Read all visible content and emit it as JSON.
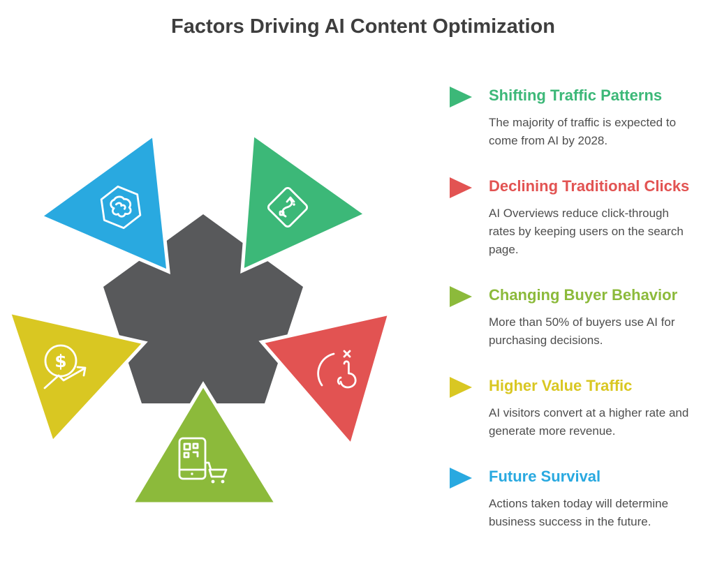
{
  "title": "Factors Driving AI Content Optimization",
  "colors": {
    "background": "#ffffff",
    "title_text": "#3e3e3e",
    "body_text": "#4e4e4e",
    "pentagon": "#58595b",
    "blue": "#29a9e0",
    "green": "#3cb878",
    "yellow": "#d9c722",
    "red": "#e25352",
    "olive": "#8cba3b"
  },
  "legend": [
    {
      "label": "Shifting Traffic Patterns",
      "description": "The majority of traffic is expected to come from AI by 2028.",
      "color": "#3cb878"
    },
    {
      "label": "Declining Traditional Clicks",
      "description": "AI Overviews reduce click-through rates by keeping users on the search page.",
      "color": "#e25352"
    },
    {
      "label": "Changing Buyer Behavior",
      "description": "More than 50% of buyers use AI for purchasing decisions.",
      "color": "#8cba3b"
    },
    {
      "label": "Higher Value Traffic",
      "description": "AI visitors convert at a higher rate and generate more revenue.",
      "color": "#d9c722"
    },
    {
      "label": "Future Survival",
      "description": "Actions taken today will determine business success in the future.",
      "color": "#29a9e0"
    }
  ],
  "diagram": {
    "pentagon_color": "#58595b",
    "coin_symbol": "$",
    "triangles": [
      {
        "id": "future-survival",
        "position": "top-left",
        "color": "#29a9e0",
        "icon": "ai-brain-icon"
      },
      {
        "id": "shifting-traffic-patterns",
        "position": "top-right",
        "color": "#3cb878",
        "icon": "route-sign-icon"
      },
      {
        "id": "higher-value-traffic",
        "position": "left",
        "color": "#d9c722",
        "icon": "revenue-growth-icon"
      },
      {
        "id": "declining-traditional-clicks",
        "position": "right",
        "color": "#e25352",
        "icon": "click-blocked-icon"
      },
      {
        "id": "changing-buyer-behavior",
        "position": "bottom",
        "color": "#8cba3b",
        "icon": "mobile-shopping-icon"
      }
    ]
  }
}
